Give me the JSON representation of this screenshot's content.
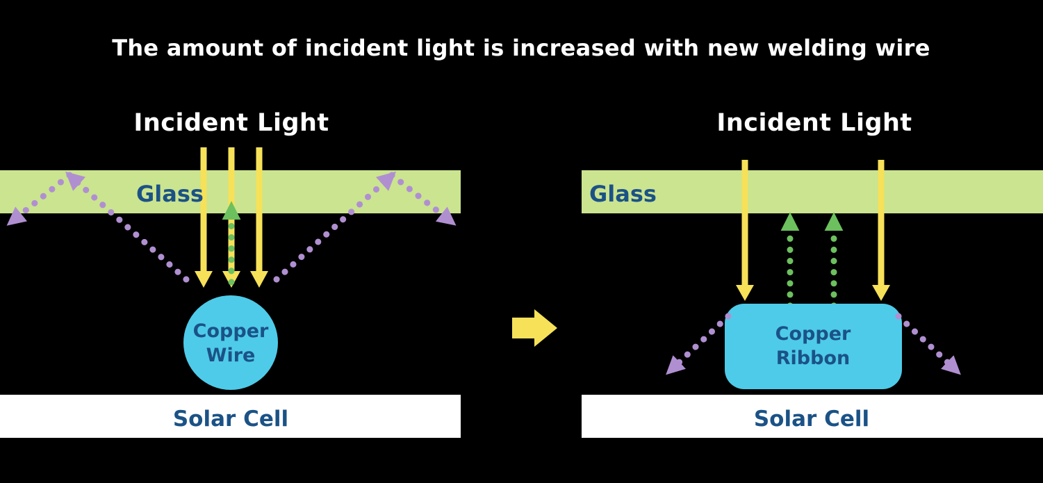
{
  "title": "The amount of incident light is increased with new welding wire",
  "colors": {
    "background": "#000000",
    "title_text": "#ffffff",
    "glass": "#cbe48f",
    "yellow_arrow": "#f6e159",
    "green_arrow": "#6cc05e",
    "purple_arrow": "#b08fd1",
    "copper_component": "#4ecbe9",
    "solar_cell": "#ffffff",
    "label_blue": "#1b5286"
  },
  "left_panel": {
    "incident_light_label": "Incident Light",
    "glass_label": "Glass",
    "component_label_line1": "Copper",
    "component_label_line2": "Wire",
    "solar_cell_label": "Solar Cell"
  },
  "right_panel": {
    "incident_light_label": "Incident Light",
    "glass_label": "Glass",
    "component_label_line1": "Copper",
    "component_label_line2": "Ribbon",
    "solar_cell_label": "Solar Cell"
  }
}
